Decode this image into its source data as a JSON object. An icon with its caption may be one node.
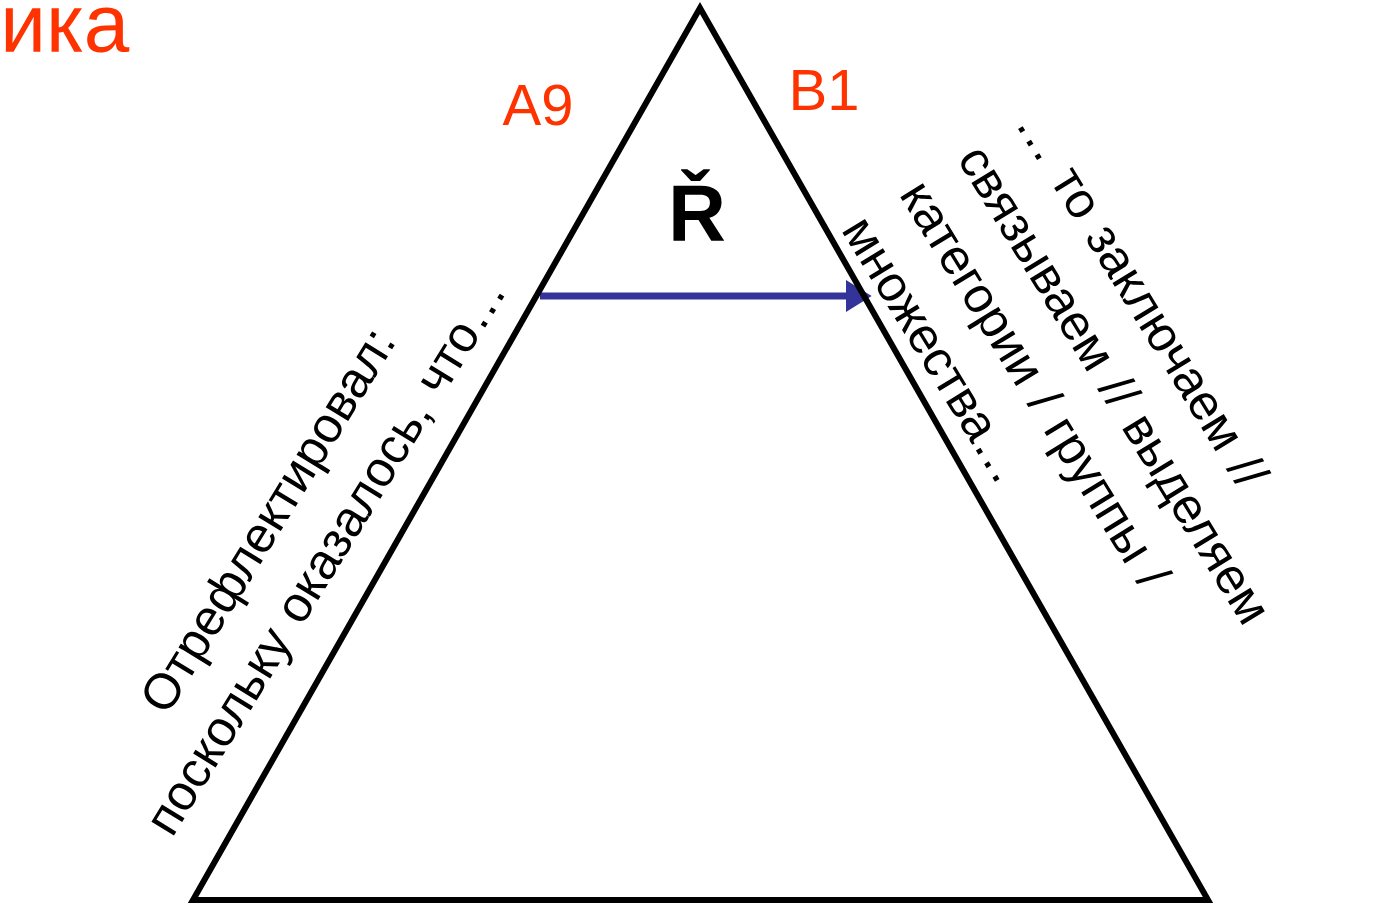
{
  "diagram": {
    "nodes": [
      {
        "text": [
          "Ř"
        ]
      }
    ],
    "labels": [
      "ика",
      "A9",
      "B1",
      "Отрефлектировал: поскольку оказалось, что…",
      "… то заключаем // связываем // выделяем категории / группы / множества…"
    ]
  }
}
